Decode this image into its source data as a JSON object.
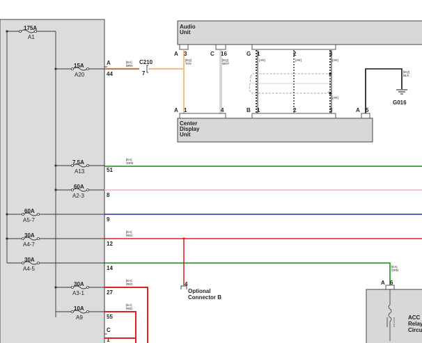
{
  "fuses": [
    {
      "rating": "175A",
      "name": "A1"
    },
    {
      "rating": "15A",
      "name": "A20"
    },
    {
      "rating": "7.5A",
      "name": "A13"
    },
    {
      "rating": "60A",
      "name": "A2-3"
    },
    {
      "rating": "60A",
      "name": "A5-7"
    },
    {
      "rating": "30A",
      "name": "A4-7"
    },
    {
      "rating": "30A",
      "name": "A4-5"
    },
    {
      "rating": "30A",
      "name": "A3-1"
    },
    {
      "rating": "10A",
      "name": "A9"
    }
  ],
  "fuse_block_pins": {
    "connector_a": "A",
    "connector_c": "C",
    "p44": "44",
    "p51": "51",
    "p8": "8",
    "p9": "9",
    "p12": "12",
    "p14": "14",
    "p27": "27",
    "p55": "55",
    "p1": "1"
  },
  "wire_labels": {
    "a20_a": "[EA]",
    "a20_b": "BRN",
    "a13_a": "[EA]",
    "a13_b": "GRN",
    "p12_a": "[EA]",
    "p12_b": "RED",
    "p27_a": "[EA]",
    "p27_b": "RED",
    "p55_a": "[EA]",
    "p55_b": "RED",
    "audio3_a": "[EQ]",
    "audio3_b": "TAN",
    "audio16_a": "[EQ]",
    "audio16_b": "WHT",
    "ground_a": "[EQ]",
    "ground_b": "BLK",
    "acc_a": "[EA]",
    "acc_b": "GRN",
    "shield_1": "[AR]",
    "shield_2": "[AR]",
    "shield_3": "[AR]",
    "shield_4": "[AR]"
  },
  "inline_connector": {
    "name": "C210",
    "pin": "7"
  },
  "audio_unit": {
    "title_line1": "Audio",
    "title_line2": "Unit",
    "conn_a": "A",
    "pin_a3": "3",
    "conn_c": "C",
    "pin_c16": "16",
    "conn_g": "G",
    "pin_g1": "1",
    "pin_g2": "2",
    "pin_g3": "3"
  },
  "center_display": {
    "title_line1": "Center",
    "title_line2": "Display",
    "title_line3": "Unit",
    "conn_a": "A",
    "pin_a1": "1",
    "pin_a4": "4",
    "conn_b": "B",
    "pin_b1": "1",
    "pin_b2": "2",
    "pin_b3": "3",
    "conn_a2": "A",
    "pin_a5": "5"
  },
  "ground": {
    "name": "G016"
  },
  "optional_connector": {
    "pin": "4",
    "line1": "Optional",
    "line2": "Connector B"
  },
  "acc_relay": {
    "conn": "A",
    "pin": "6",
    "line1": "ACC",
    "line2": "Relay",
    "line3": "Circu"
  },
  "colors": {
    "fuse_block_fill": "#dcdcdc",
    "module_fill": "#d8d8d8",
    "wire_brown": "#c47a52",
    "wire_tan": "#f2be8e",
    "wire_green": "#1a8a1a",
    "wire_pink": "#f5c6cc",
    "wire_blue": "#1a2fb0",
    "wire_red": "#e02020",
    "wire_black": "#111111"
  }
}
